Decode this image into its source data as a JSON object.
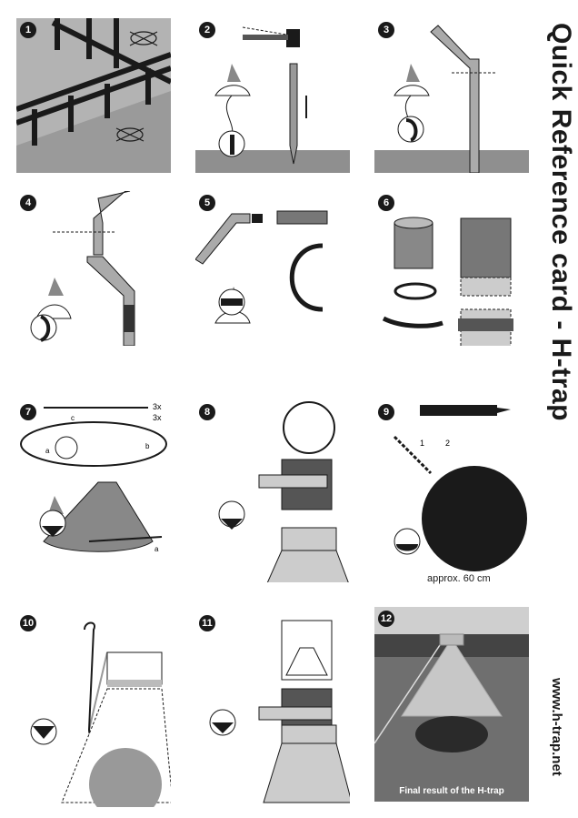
{
  "title": "Quick Reference card - H-trap",
  "url": "www.h-trap.net",
  "steps": [
    "1",
    "2",
    "3",
    "4",
    "5",
    "6",
    "7",
    "8",
    "9",
    "10",
    "11",
    "12"
  ],
  "step7": {
    "labels": [
      "3x",
      "3x",
      "a",
      "b",
      "c",
      "a"
    ]
  },
  "step9": {
    "measure": "approx. 60 cm",
    "step_a": "1",
    "step_b": "2"
  },
  "step12": {
    "caption": "Final result of the H-trap"
  }
}
